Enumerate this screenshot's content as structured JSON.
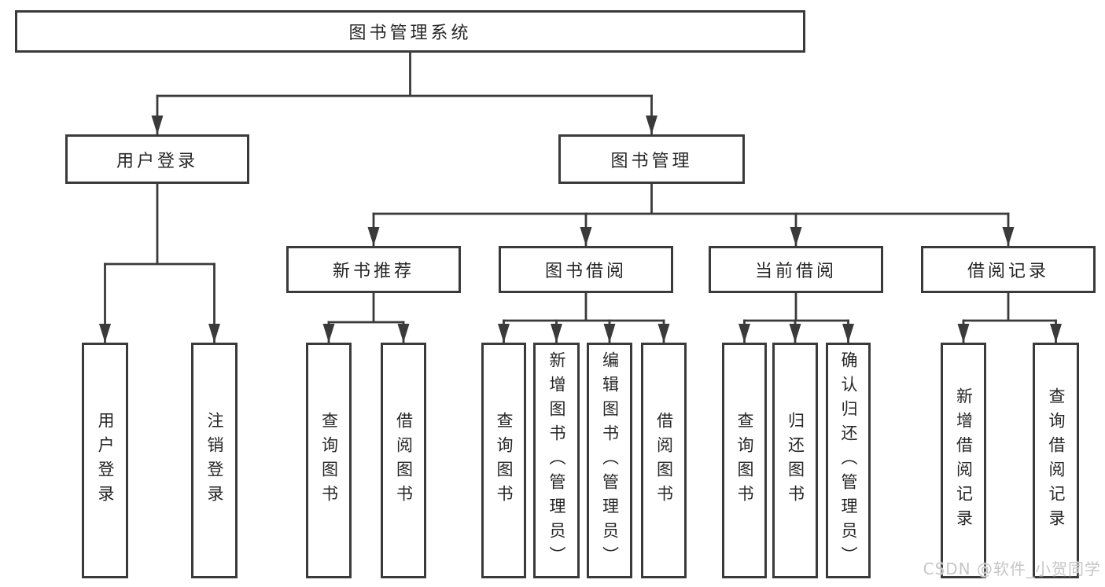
{
  "tree": {
    "root": {
      "label": "图书管理系统",
      "children": [
        {
          "label": "用户登录",
          "children": [
            {
              "label": "用户登录"
            },
            {
              "label": "注销登录"
            }
          ]
        },
        {
          "label": "图书管理",
          "children": [
            {
              "label": "新书推荐",
              "children": [
                {
                  "label": "查询图书"
                },
                {
                  "label": "借阅图书"
                }
              ]
            },
            {
              "label": "图书借阅",
              "children": [
                {
                  "label": "查询图书"
                },
                {
                  "label": "新增图书（管理员）"
                },
                {
                  "label": "编辑图书（管理员）"
                },
                {
                  "label": "借阅图书"
                }
              ]
            },
            {
              "label": "当前借阅",
              "children": [
                {
                  "label": "查询图书"
                },
                {
                  "label": "归还图书"
                },
                {
                  "label": "确认归还（管理员）"
                }
              ]
            },
            {
              "label": "借阅记录",
              "children": [
                {
                  "label": "新增借阅记录"
                },
                {
                  "label": "查询借阅记录"
                }
              ]
            }
          ]
        }
      ]
    }
  },
  "watermark": {
    "text": "CSDN @软件_小贺同学"
  },
  "colors": {
    "line": "#3a3a3a",
    "box_border": "#3a3a3a",
    "box_background": "#ffffff",
    "text": "#262626",
    "watermark": "#c6c6c6",
    "background": "#ffffff"
  }
}
